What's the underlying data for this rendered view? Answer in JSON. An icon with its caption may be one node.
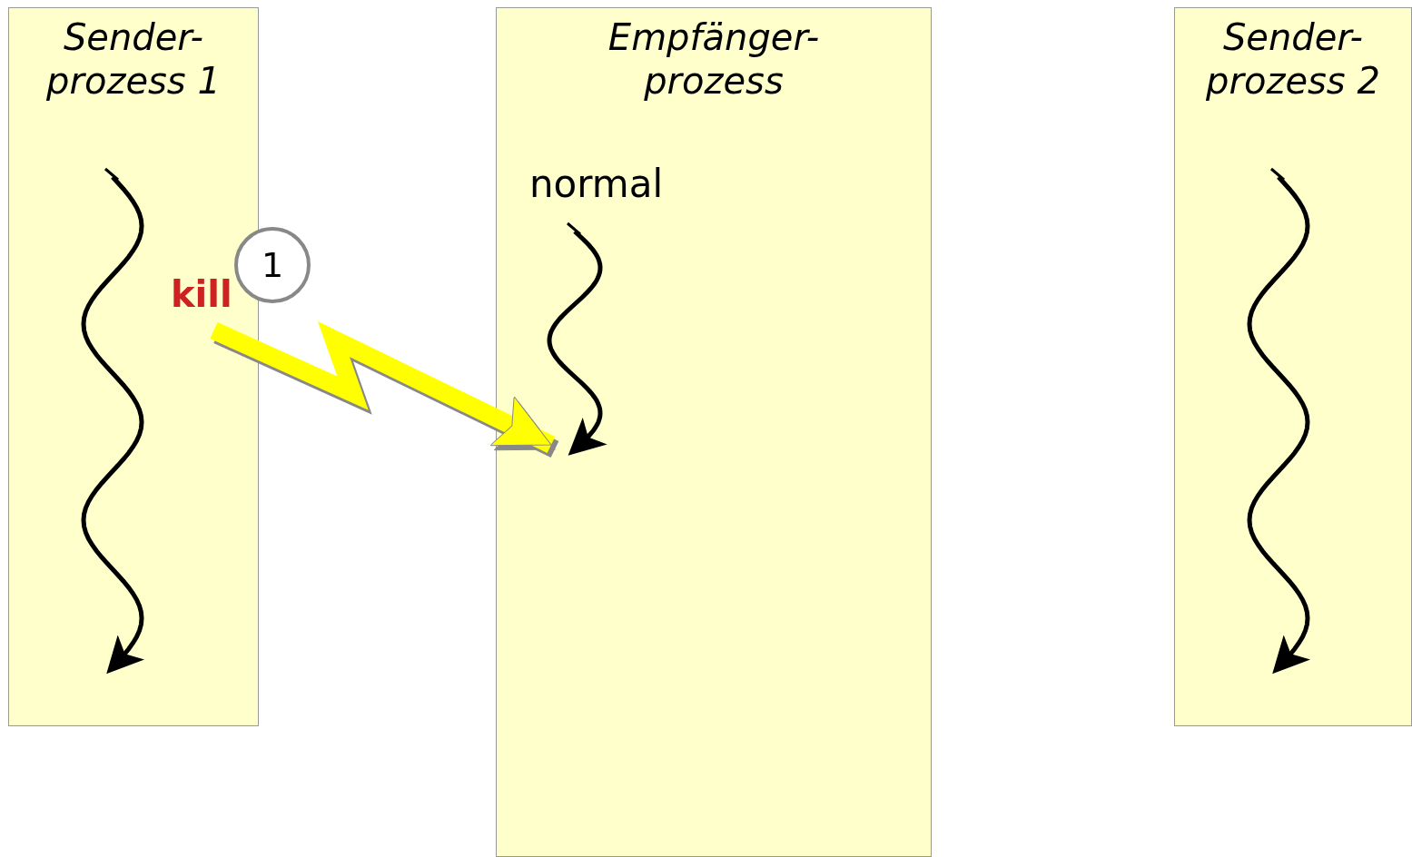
{
  "diagram": {
    "nodes": [
      {
        "text": [
          "Sender- prozess 1"
        ]
      },
      {
        "text": [
          "Empfänger- prozess"
        ]
      },
      {
        "text": [
          "Sender- prozess 2"
        ]
      },
      {
        "text": [
          "kill"
        ],
        "in": 0
      },
      {
        "text": [
          "1"
        ]
      }
    ],
    "edges": [
      {
        "from": 3,
        "to": 1,
        "arrow": "to",
        "color": "#ffff00"
      }
    ],
    "labels": [
      "normal"
    ]
  }
}
